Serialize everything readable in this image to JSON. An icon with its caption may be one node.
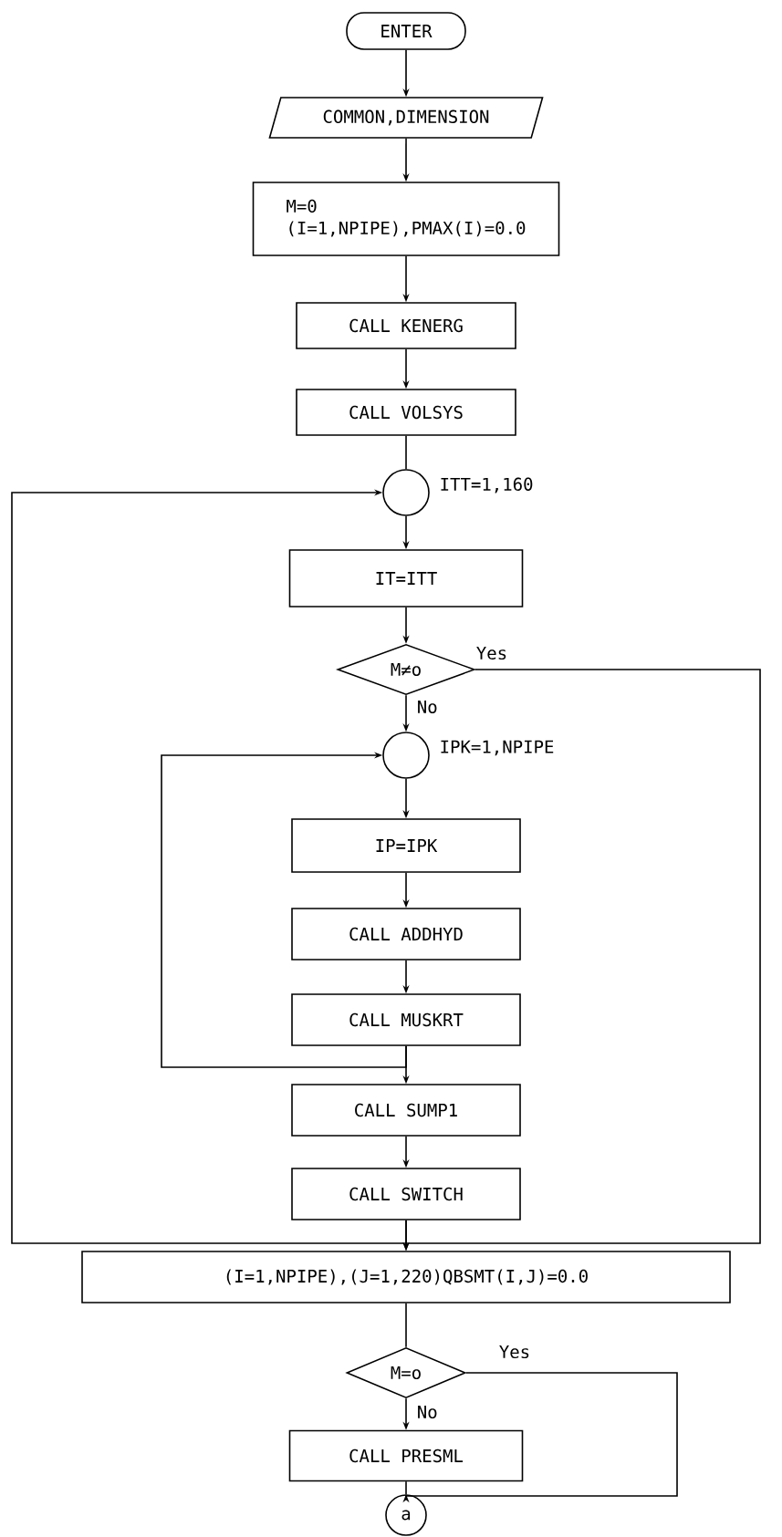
{
  "diagram": {
    "nodes": [
      {
        "text": [
          "ENTER"
        ]
      },
      {
        "text": [
          "COMMON,DIMENSION"
        ]
      },
      {
        "text": [
          "M=0",
          "(I=1,NPIPE),PMAX(I)=0.0"
        ]
      },
      {
        "text": [
          "CALL KENERG"
        ]
      },
      {
        "text": [
          "CALL VOLSYS"
        ]
      },
      {
        "text": [],
        "shape": "circle",
        "beside": [
          "ITT=1,160"
        ]
      },
      {
        "text": [
          "IT=ITT"
        ]
      },
      {
        "text": [
          "M≠o"
        ]
      },
      {
        "text": [],
        "shape": "circle",
        "beside": [
          "IPK=1,NPIPE"
        ]
      },
      {
        "text": [
          "IP=IPK"
        ]
      },
      {
        "text": [
          "CALL ADDHYD"
        ]
      },
      {
        "text": [
          "CALL MUSKRT"
        ]
      },
      {
        "text": [
          "CALL SUMP1"
        ]
      },
      {
        "text": [
          "CALL SWITCH"
        ]
      },
      {
        "text": [
          "(I=1,NPIPE),(J=1,220)QBSMT(I,J)=0.0"
        ]
      },
      {
        "text": [
          "M=o"
        ]
      },
      {
        "text": [
          "CALL PRESML"
        ]
      },
      {
        "text": [
          "a"
        ]
      }
    ],
    "edges": [
      {
        "from": 0,
        "to": 1,
        "arrow": "to"
      },
      {
        "from": 1,
        "to": 2,
        "arrow": "to"
      },
      {
        "from": 2,
        "to": 3,
        "arrow": "to"
      },
      {
        "from": 3,
        "to": 4,
        "arrow": "to"
      },
      {
        "from": 4,
        "to": 5,
        "arrow": "none"
      },
      {
        "from": 5,
        "to": 6,
        "arrow": "to"
      },
      {
        "from": 6,
        "to": 7,
        "arrow": "to"
      },
      {
        "from": 7,
        "to": 8,
        "arrow": "to",
        "label": "No"
      },
      {
        "from": 7,
        "to": 14,
        "arrow": "to",
        "label": "Yes"
      },
      {
        "from": 8,
        "to": 9,
        "arrow": "to"
      },
      {
        "from": 9,
        "to": 10,
        "arrow": "to"
      },
      {
        "from": 10,
        "to": 11,
        "arrow": "to"
      },
      {
        "from": 11,
        "to": 8,
        "arrow": "to"
      },
      {
        "from": 11,
        "to": 12,
        "arrow": "to"
      },
      {
        "from": 12,
        "to": 13,
        "arrow": "to"
      },
      {
        "from": 13,
        "to": 5,
        "arrow": "to"
      },
      {
        "from": 13,
        "to": 14,
        "arrow": "to"
      },
      {
        "from": 14,
        "to": 15,
        "arrow": "none"
      },
      {
        "from": 15,
        "to": 16,
        "arrow": "to",
        "label": "No"
      },
      {
        "from": 15,
        "to": 17,
        "arrow": "to",
        "label": "Yes"
      },
      {
        "from": 16,
        "to": 17,
        "arrow": "none"
      }
    ]
  }
}
